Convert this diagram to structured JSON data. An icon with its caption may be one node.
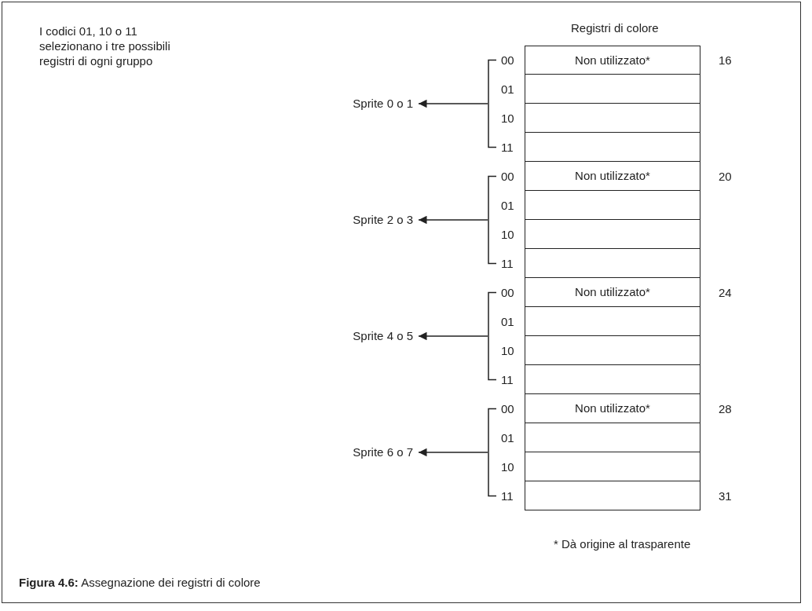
{
  "diagram": {
    "caption": "**Figura 4.6:** Assegnazione dei registri di colore",
    "nodes": [
      {
        "text": [
          "Sprite 0 o 1"
        ]
      },
      {
        "text": [
          "Non utilizzato*"
        ]
      },
      {
        "text": [],
        "shape": "box"
      },
      {
        "text": [],
        "shape": "box"
      },
      {
        "text": [],
        "shape": "box"
      },
      {
        "text": [
          "Sprite 2 o 3"
        ]
      },
      {
        "text": [
          "Non utilizzato*"
        ]
      },
      {
        "text": [],
        "shape": "box"
      },
      {
        "text": [],
        "shape": "box"
      },
      {
        "text": [],
        "shape": "box"
      },
      {
        "text": [
          "Sprite 4 o 5"
        ]
      },
      {
        "text": [
          "Non utilizzato*"
        ]
      },
      {
        "text": [],
        "shape": "box"
      },
      {
        "text": [],
        "shape": "box"
      },
      {
        "text": [],
        "shape": "box"
      },
      {
        "text": [
          "Sprite 6 o 7"
        ]
      },
      {
        "text": [
          "Non utilizzato*"
        ]
      },
      {
        "text": [],
        "shape": "box"
      },
      {
        "text": [],
        "shape": "box"
      },
      {
        "text": [],
        "shape": "box"
      }
    ],
    "edges": [
      {
        "from": null,
        "to": 0,
        "arrow": "to"
      },
      {
        "from": null,
        "to": 5,
        "arrow": "to"
      },
      {
        "from": null,
        "to": 10,
        "arrow": "to"
      },
      {
        "from": null,
        "to": 15,
        "arrow": "to"
      }
    ],
    "labels": [
      "I codici 01, 10 o 11 selezionano i tre possibili registri di ogni gruppo",
      "Registri di colore",
      "00",
      "16",
      "01",
      "10",
      "11",
      "00",
      "20",
      "01",
      "10",
      "11",
      "00",
      "24",
      "01",
      "10",
      "11",
      "00",
      "28",
      "01",
      "10",
      "11",
      "31",
      "* Dà origine al trasparente"
    ]
  }
}
